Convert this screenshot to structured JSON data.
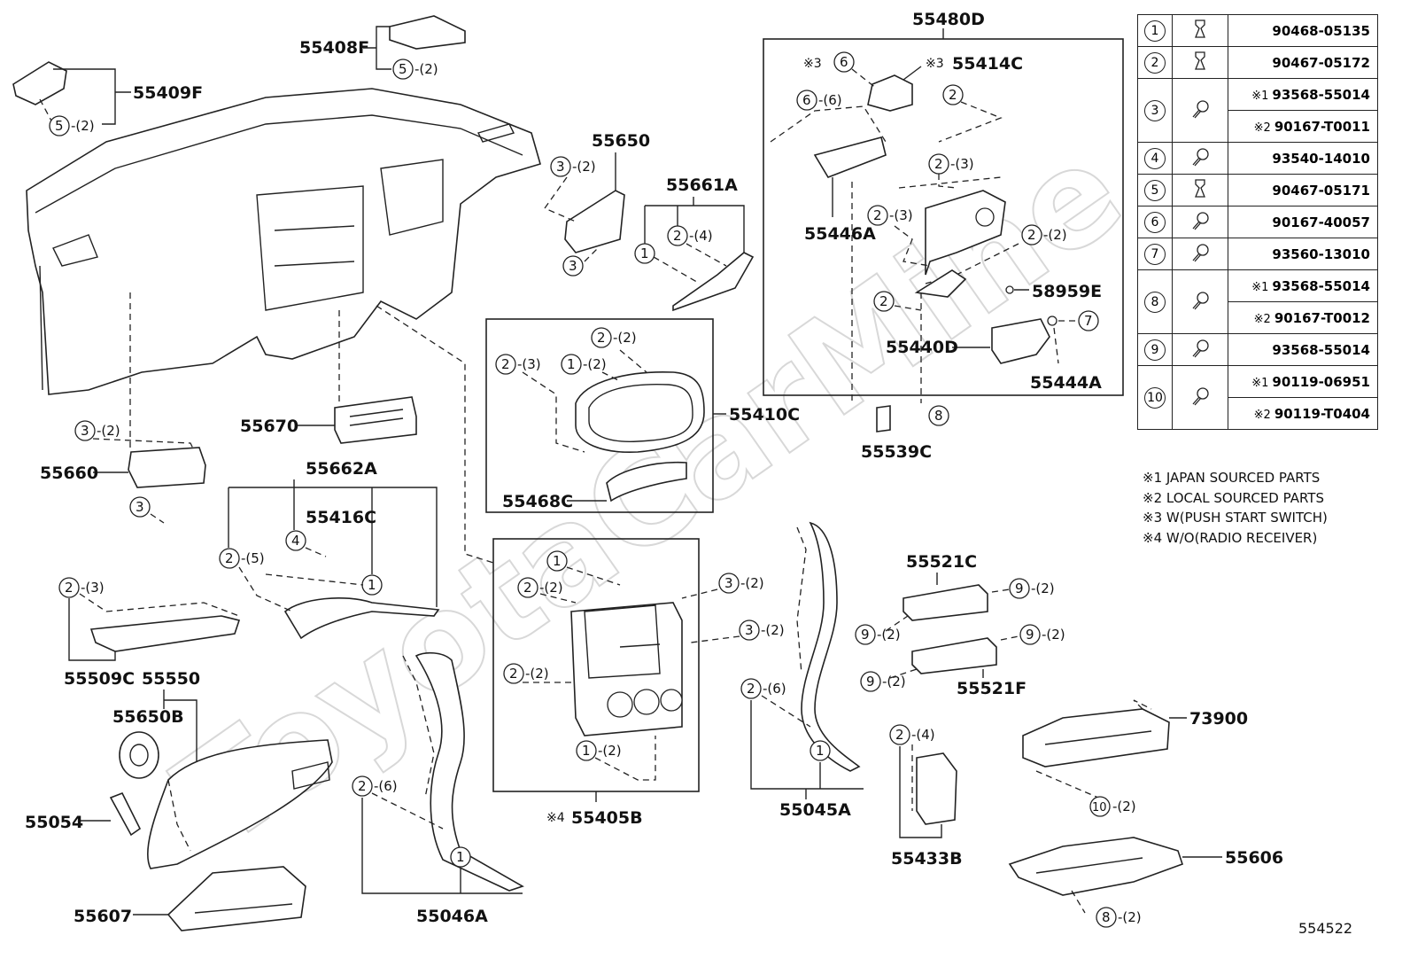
{
  "labels": {
    "l55409F": "55409F",
    "l55408F": "55408F",
    "l55650": "55650",
    "l55661A": "55661A",
    "l55480D": "55480D",
    "l55414C": "55414C",
    "l55446A": "55446A",
    "l58959E": "58959E",
    "l55440D": "55440D",
    "l55444A": "55444A",
    "l55539C": "55539C",
    "l55410C": "55410C",
    "l55468C": "55468C",
    "l55670": "55670",
    "l55660": "55660",
    "l55662A": "55662A",
    "l55416C": "55416C",
    "l55509C": "55509C",
    "l55550": "55550",
    "l55650B": "55650B",
    "l55054": "55054",
    "l55607": "55607",
    "l55046A": "55046A",
    "l55405B": "55405B",
    "l55045A": "55045A",
    "l55521C": "55521C",
    "l55521F": "55521F",
    "l55433B": "55433B",
    "l73900": "73900",
    "l55606": "55606"
  },
  "note_marks": {
    "m1": "※1",
    "m2": "※2",
    "m3": "※3",
    "m4": "※4"
  },
  "qty": {
    "q2": "-(2)",
    "q3": "-(3)",
    "q4": "-(4)",
    "q5": "-(5)",
    "q6": "-(6)"
  },
  "legend": [
    {
      "no": "1",
      "parts": [
        {
          "mark": "",
          "pn": "90468-05135"
        }
      ]
    },
    {
      "no": "2",
      "parts": [
        {
          "mark": "",
          "pn": "90467-05172"
        }
      ]
    },
    {
      "no": "3",
      "parts": [
        {
          "mark": "※1",
          "pn": "93568-55014"
        },
        {
          "mark": "※2",
          "pn": "90167-T0011"
        }
      ]
    },
    {
      "no": "4",
      "parts": [
        {
          "mark": "",
          "pn": "93540-14010"
        }
      ]
    },
    {
      "no": "5",
      "parts": [
        {
          "mark": "",
          "pn": "90467-05171"
        }
      ]
    },
    {
      "no": "6",
      "parts": [
        {
          "mark": "",
          "pn": "90167-40057"
        }
      ]
    },
    {
      "no": "7",
      "parts": [
        {
          "mark": "",
          "pn": "93560-13010"
        }
      ]
    },
    {
      "no": "8",
      "parts": [
        {
          "mark": "※1",
          "pn": "93568-55014"
        },
        {
          "mark": "※2",
          "pn": "90167-T0012"
        }
      ]
    },
    {
      "no": "9",
      "parts": [
        {
          "mark": "",
          "pn": "93568-55014"
        }
      ]
    },
    {
      "no": "10",
      "parts": [
        {
          "mark": "※1",
          "pn": "90119-06951"
        },
        {
          "mark": "※2",
          "pn": "90119-T0404"
        }
      ]
    }
  ],
  "notes": {
    "n1": "※1 JAPAN SOURCED PARTS",
    "n2": "※2 LOCAL SOURCED PARTS",
    "n3": "※3 W(PUSH START SWITCH)",
    "n4": "※4 W/O(RADIO RECEIVER)"
  },
  "watermark": "ToyotaCarMine",
  "diagram_code": "554522"
}
